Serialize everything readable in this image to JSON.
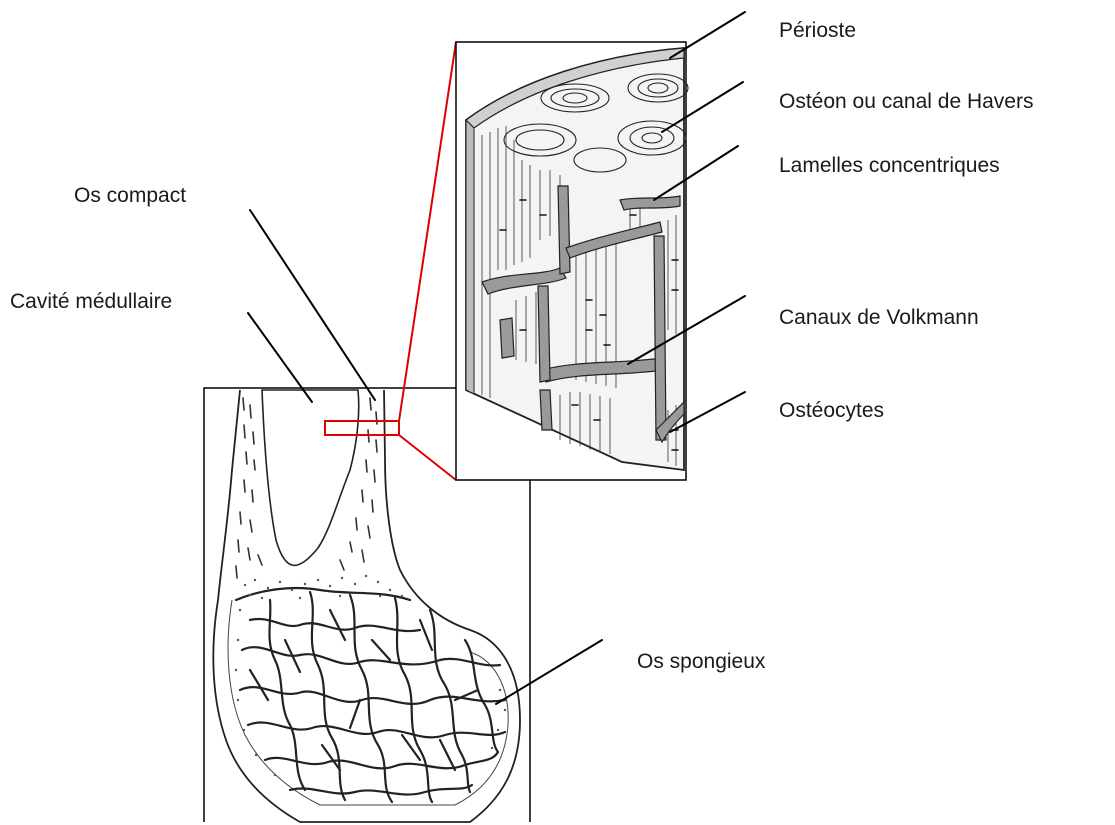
{
  "labels": {
    "os_compact": "Os compact",
    "cavite_medullaire": "Cavité médullaire",
    "perioste": "Périoste",
    "osteon": "Ostéon ou canal de Havers",
    "lamelles": "Lamelles concentriques",
    "volkmann": "Canaux de Volkmann",
    "osteocytes": "Ostéocytes",
    "os_spongieux": "Os spongieux"
  },
  "colors": {
    "leader_line": "#000000",
    "zoom_indicator": "#e00000",
    "ink": "#1a1a1a",
    "canal_fill": "#9a9a9a"
  }
}
